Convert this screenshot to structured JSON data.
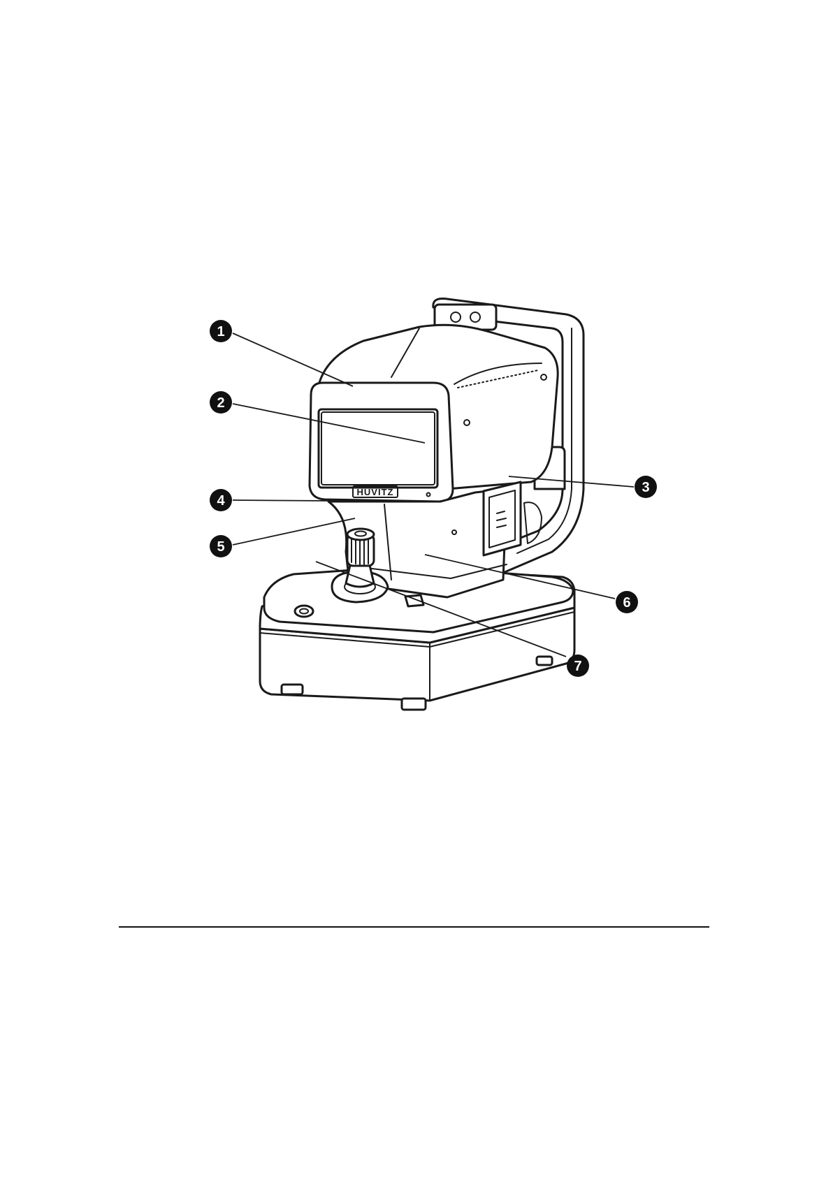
{
  "device": {
    "brand_logo": "HUVITZ"
  },
  "callouts": [
    {
      "number": "1"
    },
    {
      "number": "2"
    },
    {
      "number": "3"
    },
    {
      "number": "4"
    },
    {
      "number": "5"
    },
    {
      "number": "6"
    },
    {
      "number": "7"
    }
  ],
  "colors": {
    "line": "#1a1a1a",
    "callout": "#111111",
    "background": "#ffffff"
  }
}
